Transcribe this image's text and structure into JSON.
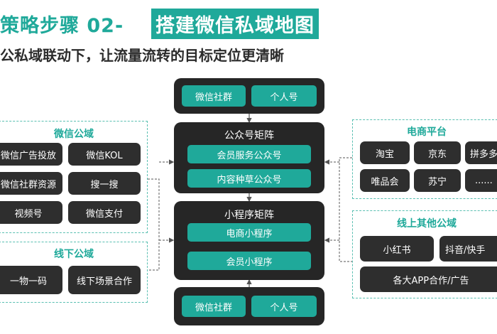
{
  "header": {
    "title_prefix": "策略步骤 02-",
    "title_highlight": "搭建微信私域地图",
    "subtitle": "公私域联动下，让流量流转的目标定位更清晰"
  },
  "left": {
    "wechat_public": {
      "title": "微信公域",
      "items": [
        "微信广告投放",
        "微信KOL",
        "微信社群资源",
        "搜一搜",
        "视频号",
        "微信支付"
      ]
    },
    "offline_public": {
      "title": "线下公域",
      "items": [
        "一物一码",
        "线下场景合作"
      ]
    }
  },
  "center": {
    "top_items": [
      "微信社群",
      "个人号"
    ],
    "official_matrix": {
      "title": "公众号矩阵",
      "items": [
        "会员服务公众号",
        "内容种草公众号"
      ]
    },
    "mini_matrix": {
      "title": "小程序矩阵",
      "items": [
        "电商小程序",
        "会员小程序"
      ]
    },
    "bottom_items": [
      "微信社群",
      "个人号"
    ]
  },
  "right": {
    "ecommerce": {
      "title": "电商平台",
      "items": [
        "淘宝",
        "京东",
        "拼多多",
        "唯品会",
        "苏宁",
        "......"
      ]
    },
    "online_other": {
      "title": "线上其他公域",
      "items": [
        "小红书",
        "抖音/快手",
        "各大APP合作/广告"
      ]
    }
  },
  "colors": {
    "accent": "#1fa99a",
    "panel": "#262626",
    "box": "#2e2e2e"
  }
}
